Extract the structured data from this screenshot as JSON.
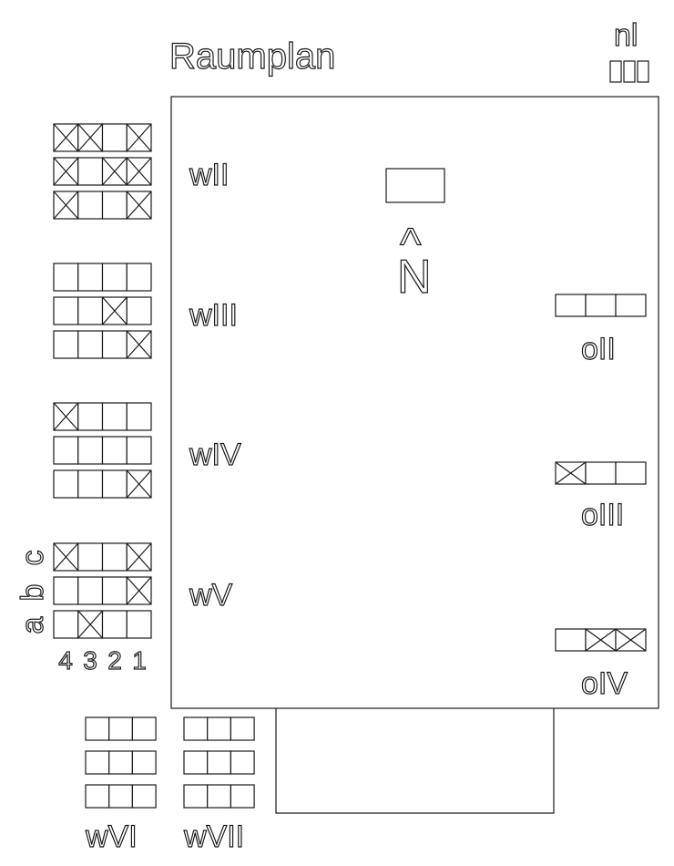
{
  "title": "Raumplan",
  "corner_label": "nl",
  "north_label": "N",
  "north_arrow": "^",
  "row_labels": [
    "a",
    "b",
    "c"
  ],
  "column_labels": [
    "4",
    "3",
    "2",
    "1"
  ],
  "groups_west": [
    {
      "label": "wII",
      "rows": [
        [
          true,
          true,
          false,
          true
        ],
        [
          true,
          false,
          true,
          true
        ],
        [
          true,
          false,
          false,
          true
        ]
      ]
    },
    {
      "label": "wIII",
      "rows": [
        [
          false,
          false,
          false,
          false
        ],
        [
          false,
          false,
          true,
          false
        ],
        [
          false,
          false,
          false,
          true
        ]
      ]
    },
    {
      "label": "wIV",
      "rows": [
        [
          true,
          false,
          false,
          false
        ],
        [
          false,
          false,
          false,
          false
        ],
        [
          false,
          false,
          false,
          true
        ]
      ]
    },
    {
      "label": "wV",
      "rows": [
        [
          true,
          false,
          false,
          true
        ],
        [
          false,
          false,
          false,
          true
        ],
        [
          false,
          true,
          false,
          false
        ]
      ]
    }
  ],
  "groups_east": [
    {
      "label": "oII",
      "cells": [
        false,
        false,
        false
      ]
    },
    {
      "label": "oIII",
      "cells": [
        true,
        false,
        false
      ]
    },
    {
      "label": "oIV",
      "cells": [
        false,
        true,
        true
      ]
    }
  ],
  "groups_south": [
    {
      "label": "wVI",
      "rows": [
        [
          false,
          false,
          false
        ],
        [
          false,
          false,
          false
        ],
        [
          false,
          false,
          false
        ]
      ]
    },
    {
      "label": "wVII",
      "rows": [
        [
          false,
          false,
          false
        ],
        [
          false,
          false,
          false
        ],
        [
          false,
          false,
          false
        ]
      ]
    }
  ],
  "colors": {
    "stroke": "#1a1a1a",
    "background": "#ffffff"
  }
}
